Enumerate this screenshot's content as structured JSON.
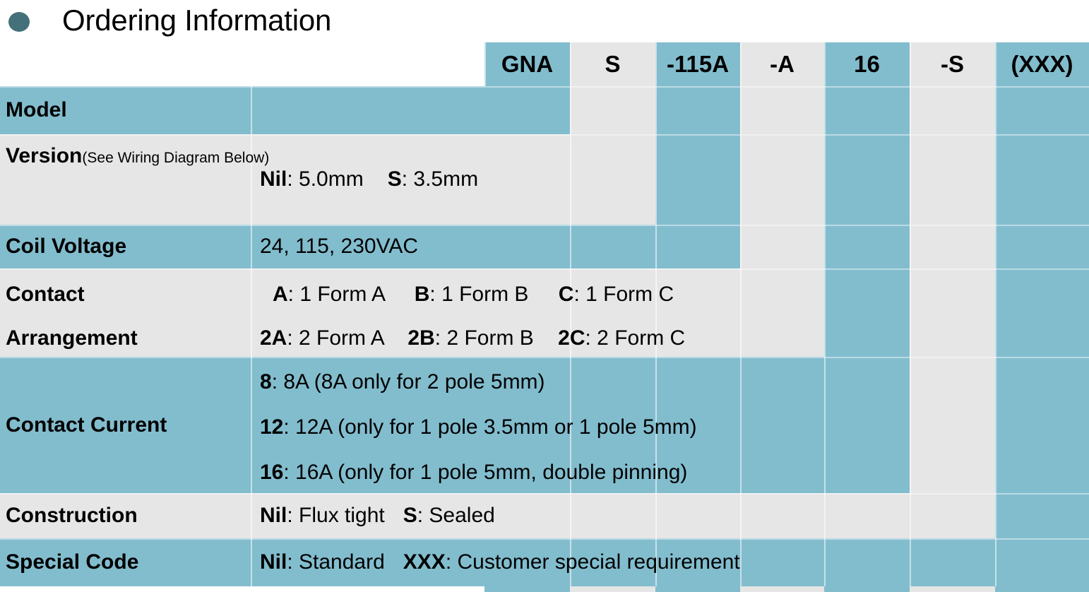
{
  "header": {
    "bullet_icon": "bullet-dot",
    "title": "Ordering Information"
  },
  "part_code": {
    "segments": [
      {
        "code": "GNA",
        "name": "model"
      },
      {
        "code": "S",
        "name": "version"
      },
      {
        "code": "-115A",
        "name": "coil-voltage"
      },
      {
        "code": "-A",
        "name": "contact-arrangement"
      },
      {
        "code": "16",
        "name": "contact-current"
      },
      {
        "code": "-S",
        "name": "construction"
      },
      {
        "code": "(XXX)",
        "name": "special-code"
      }
    ]
  },
  "rows": {
    "model": {
      "label": "Model",
      "content": ""
    },
    "version": {
      "label": "Version",
      "label_note": "(See Wiring Diagram Below)",
      "opt1_code": "Nil",
      "opt1_text": ": 5.0mm",
      "opt2_code": "S",
      "opt2_text": ": 3.5mm"
    },
    "coil_voltage": {
      "label": "Coil Voltage",
      "content": "24, 115, 230VAC"
    },
    "contact_arrangement": {
      "label_line1": "Contact",
      "label_line2": "Arrangement",
      "r1c1_code": "A",
      "r1c1_text": ": 1 Form A",
      "r1c2_code": "B",
      "r1c2_text": ": 1 Form B",
      "r1c3_code": "C",
      "r1c3_text": ": 1 Form C",
      "r2c1_code": "2A",
      "r2c1_text": ": 2 Form A",
      "r2c2_code": "2B",
      "r2c2_text": ": 2 Form B",
      "r2c3_code": "2C",
      "r2c3_text": ": 2 Form C"
    },
    "contact_current": {
      "label": "Contact Current",
      "l1_code": "8",
      "l1_text": ": 8A (8A only for 2 pole 5mm)",
      "l2_code": "12",
      "l2_text": ": 12A (only for 1 pole 3.5mm or 1 pole 5mm)",
      "l3_code": "16",
      "l3_text": ": 16A (only for 1 pole 5mm, double pinning)"
    },
    "construction": {
      "label": "Construction",
      "opt1_code": "Nil",
      "opt1_text": ": Flux tight",
      "opt2_code": "S",
      "opt2_text": ": Sealed"
    },
    "special_code": {
      "label": "Special Code",
      "opt1_code": "Nil",
      "opt1_text": ": Standard",
      "opt2_code": "XXX",
      "opt2_text": ": Customer special requirement"
    }
  },
  "colors": {
    "teal": "#82BDCE",
    "gray": "#E6E6E6",
    "bullet": "#44707A",
    "text": "#000000"
  }
}
